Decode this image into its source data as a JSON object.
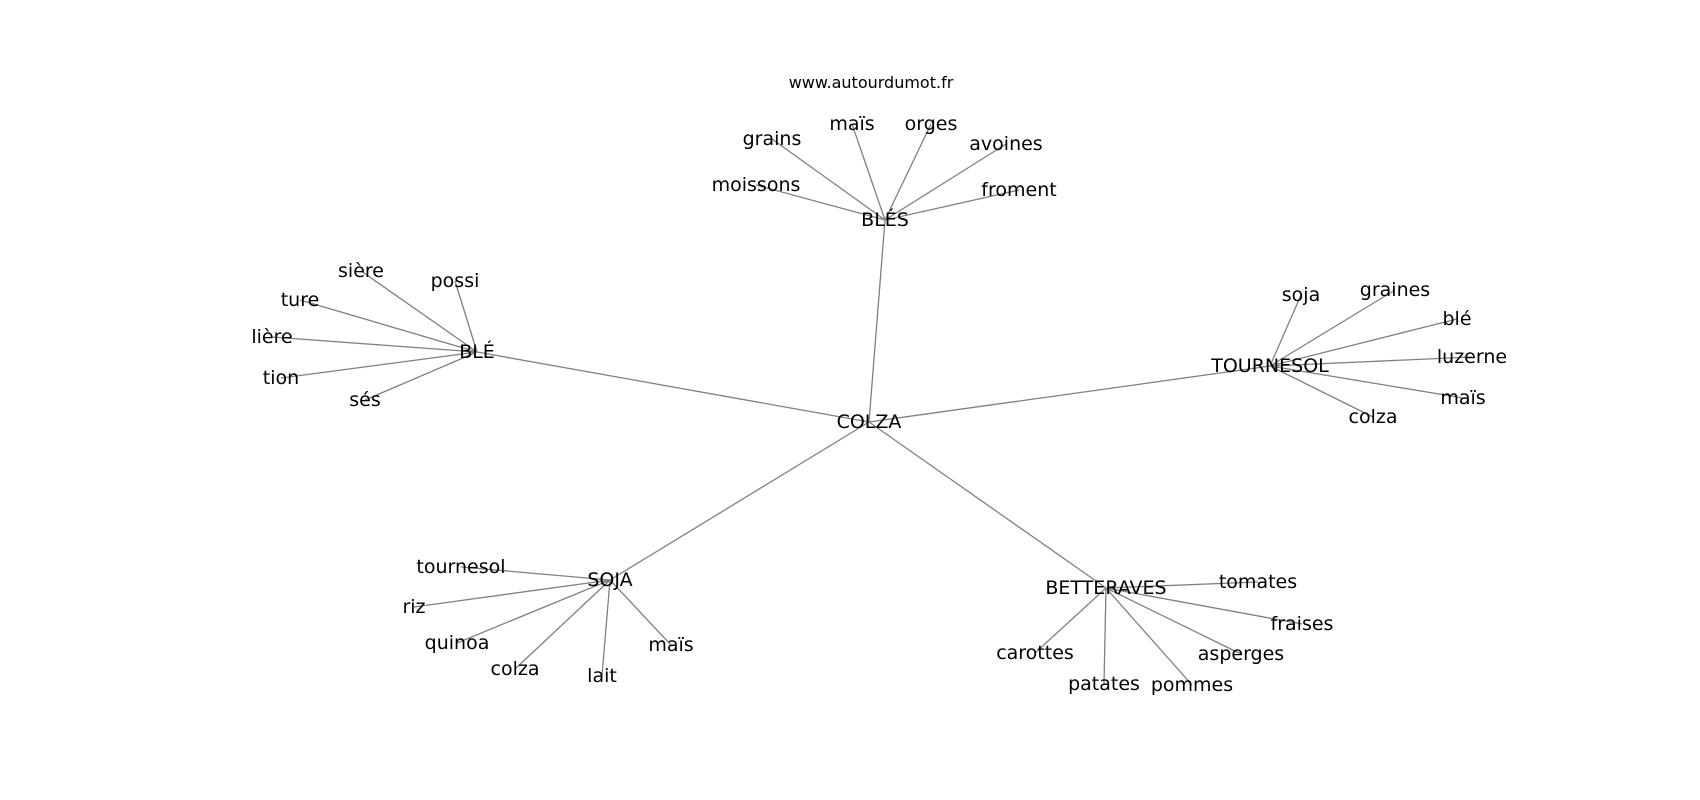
{
  "source_label": "www.autourdumot.fr",
  "graph": {
    "center": "COLZA",
    "branches": [
      {
        "hub": "BLÉS",
        "words": [
          "grains",
          "maïs",
          "orges",
          "avoines",
          "moissons",
          "froment"
        ]
      },
      {
        "hub": "BLÉ",
        "words": [
          "sière",
          "possi",
          "ture",
          "lière",
          "tion",
          "sés"
        ]
      },
      {
        "hub": "TOURNESOL",
        "words": [
          "soja",
          "graines",
          "blé",
          "luzerne",
          "maïs",
          "colza"
        ]
      },
      {
        "hub": "SOJA",
        "words": [
          "tournesol",
          "riz",
          "quinoa",
          "colza",
          "lait",
          "maïs"
        ]
      },
      {
        "hub": "BETTERAVES",
        "words": [
          "tomates",
          "fraises",
          "carottes",
          "asperges",
          "patates",
          "pommes"
        ]
      }
    ]
  }
}
